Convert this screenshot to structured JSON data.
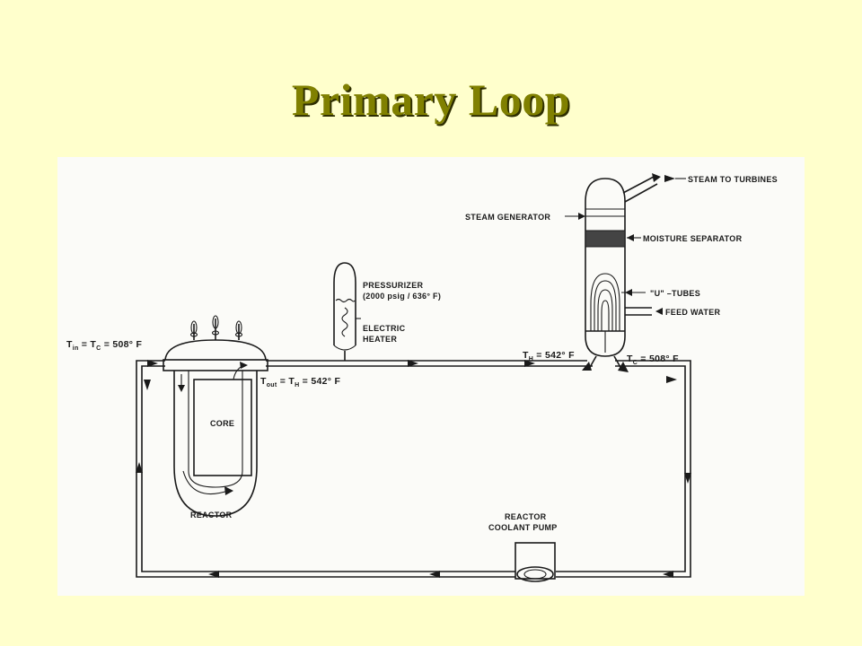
{
  "slide": {
    "title": "Primary Loop"
  },
  "diagram": {
    "labels": {
      "steam_to_turbines": "STEAM TO TURBINES",
      "steam_generator": "STEAM GENERATOR",
      "moisture_separator": "MOISTURE SEPARATOR",
      "u_tubes": "\"U\" –TUBES",
      "feed_water": "FEED WATER",
      "pressurizer": "PRESSURIZER",
      "pressurizer_spec": "(2000 psig / 636° F)",
      "electric_heater_1": "ELECTRIC",
      "electric_heater_2": "HEATER",
      "tin_tc": "T",
      "tin_sub": "in",
      "tin_eq": " = T",
      "tin_sub_c": "C",
      "tin_val": " = 508° F",
      "tout": "T",
      "tout_sub": "out",
      "tout_eq": " = T",
      "tout_sub_h": "H",
      "tout_val": " = 542° F",
      "th_sg": "T",
      "th_sg_sub": "H",
      "th_sg_val": " = 542° F",
      "tc_sg": "T",
      "tc_sg_sub": "C",
      "tc_sg_val": " = 508° F",
      "core": "CORE",
      "reactor": "REACTOR",
      "pump_1": "REACTOR",
      "pump_2": "COOLANT PUMP"
    }
  },
  "colors": {
    "background": "#ffffcc",
    "title": "#808000",
    "figure_bg": "#fbfbf8",
    "ink": "#1a1a1a"
  }
}
